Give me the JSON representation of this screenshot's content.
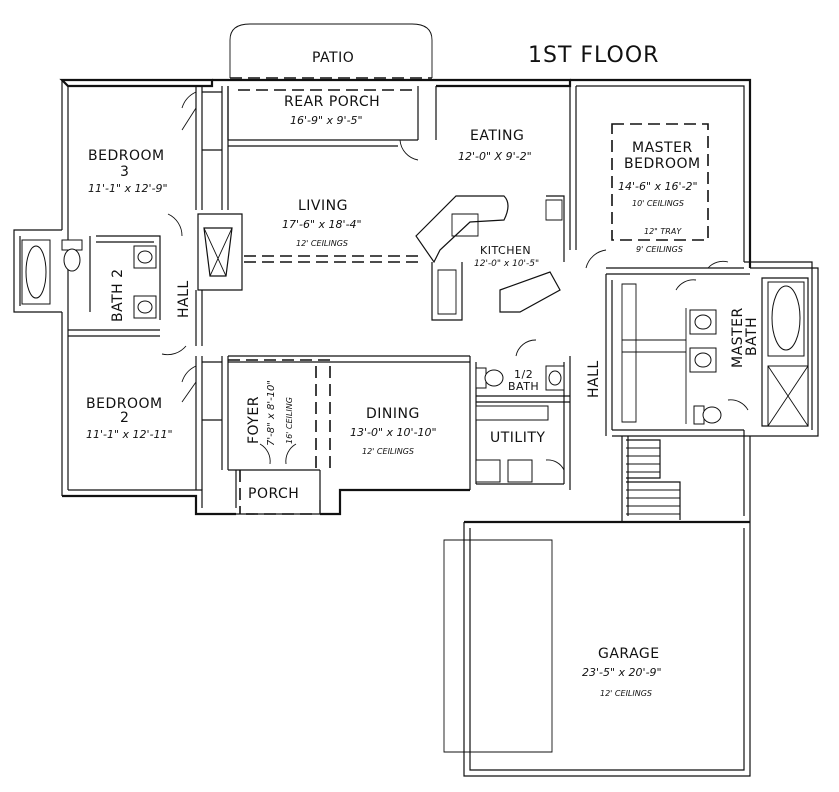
{
  "title": "1ST FLOOR",
  "rooms": {
    "patio": {
      "name": "PATIO"
    },
    "rear_porch": {
      "name": "REAR PORCH",
      "size": "16'-9\" x 9'-5\""
    },
    "eating": {
      "name": "EATING",
      "size": "12'-0\" X 9'-2\""
    },
    "master_bedroom": {
      "name_line1": "MASTER",
      "name_line2": "BEDROOM",
      "size": "14'-6\" x 16'-2\"",
      "ceiling": "10' CEILINGS",
      "tray": "12\" TRAY",
      "ceiling2": "9' CEILINGS"
    },
    "bedroom3": {
      "name_line1": "BEDROOM",
      "name_line2": "3",
      "size": "11'-1\" x 12'-9\""
    },
    "living": {
      "name": "LIVING",
      "size": "17'-6\" x 18'-4\"",
      "ceiling": "12' CEILINGS"
    },
    "kitchen": {
      "name": "KITCHEN",
      "size": "12'-0\" x 10'-5\""
    },
    "bath2": {
      "name": "BATH 2"
    },
    "hall_left": {
      "name": "HALL"
    },
    "hall_right": {
      "name": "HALL"
    },
    "master_bath": {
      "name_line1": "MASTER",
      "name_line2": "BATH"
    },
    "half_bath": {
      "name_line1": "1/2",
      "name_line2": "BATH"
    },
    "bedroom2": {
      "name_line1": "BEDROOM",
      "name_line2": "2",
      "size": "11'-1\" x 12'-11\""
    },
    "foyer": {
      "name": "FOYER",
      "size": "7'-8\" x 8'-10\"",
      "ceiling": "16' CEILING"
    },
    "dining": {
      "name": "DINING",
      "size": "13'-0\" x 10'-10\"",
      "ceiling": "12' CEILINGS"
    },
    "utility": {
      "name": "UTILITY"
    },
    "porch": {
      "name": "PORCH"
    },
    "garage": {
      "name": "GARAGE",
      "size": "23'-5\" x 20'-9\"",
      "ceiling": "12' CEILINGS"
    }
  }
}
